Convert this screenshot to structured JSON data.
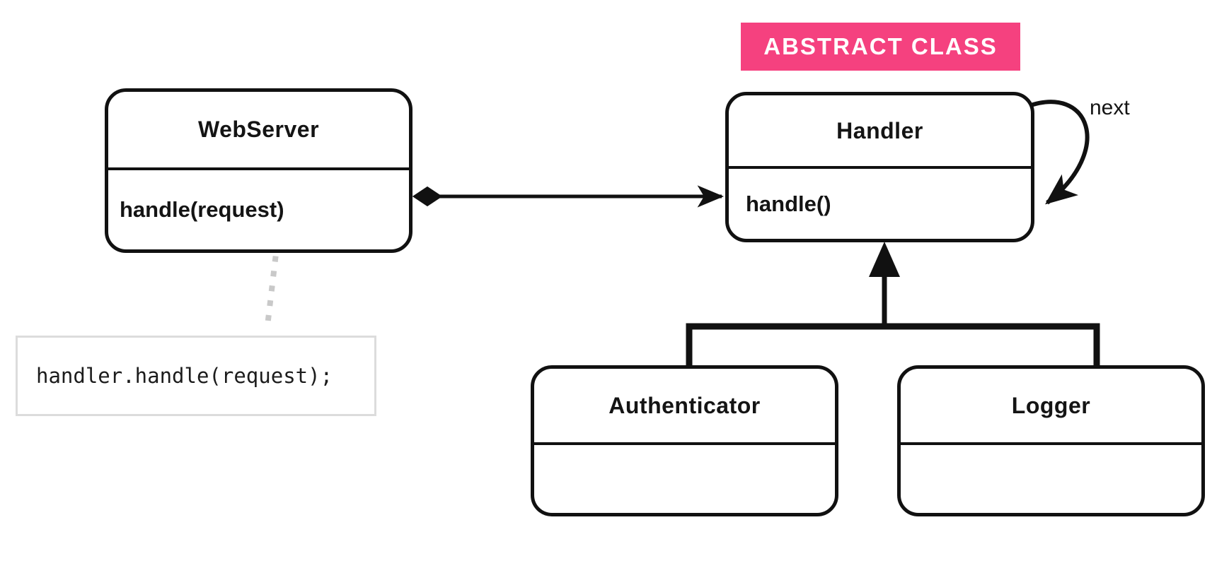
{
  "diagram": {
    "badge": {
      "label": "ABSTRACT CLASS"
    },
    "labels": {
      "next": "next"
    },
    "classes": [
      {
        "name": "WebServer",
        "method": "handle(request)"
      },
      {
        "name": "Handler",
        "method": "handle()"
      },
      {
        "name": "Authenticator",
        "method": ""
      },
      {
        "name": "Logger",
        "method": ""
      }
    ],
    "code_note": {
      "text": "handler.handle(request);"
    },
    "colors": {
      "badge_pink": "#f5417f",
      "stroke_black": "#111111",
      "dotted_gray": "#c9c9c9",
      "note_border": "#dcdcdc",
      "background": "#ffffff"
    }
  }
}
